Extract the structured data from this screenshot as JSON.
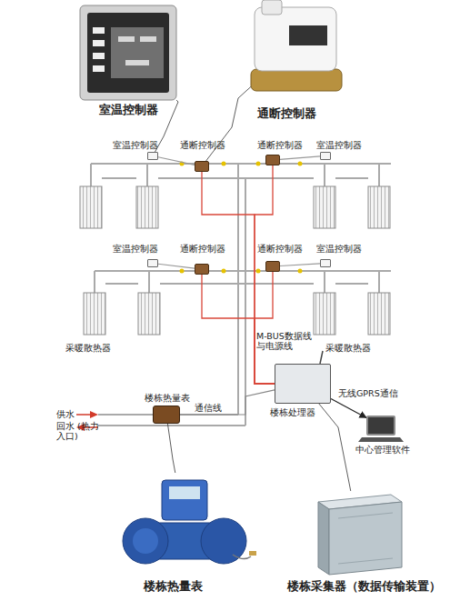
{
  "diagram": {
    "nodes": [
      {
        "text": [
          "室温控制器"
        ]
      },
      {
        "text": [
          "通断控制器"
        ]
      },
      {
        "text": [
          "室温控制器"
        ]
      },
      {
        "text": [
          "通断控制器"
        ]
      },
      {
        "text": [
          "通断控制器"
        ]
      },
      {
        "text": [
          "室温控制器"
        ]
      },
      {
        "text": [
          "室温控制器"
        ]
      },
      {
        "text": [
          "通断控制器"
        ]
      },
      {
        "text": [
          "通断控制器"
        ]
      },
      {
        "text": [
          "室温控制器"
        ]
      },
      {
        "text": [
          "楼栋热量表"
        ]
      },
      {
        "text": [
          "楼栋处理器"
        ]
      },
      {
        "text": [
          "中心管理软件"
        ]
      },
      {
        "text": [
          "楼栋热量表"
        ]
      },
      {
        "text": [
          "楼栋采集器（数据传输装置）"
        ]
      }
    ],
    "edges": [
      {
        "from": 0,
        "to": 2,
        "arrow": "none"
      },
      {
        "from": 1,
        "to": 3,
        "arrow": "none"
      },
      {
        "from": 2,
        "to": 3,
        "arrow": "none"
      },
      {
        "from": 5,
        "to": 4,
        "arrow": "none"
      },
      {
        "from": 6,
        "to": 7,
        "arrow": "none"
      },
      {
        "from": 9,
        "to": 8,
        "arrow": "none"
      },
      {
        "from": 3,
        "to": 11,
        "arrow": "none"
      },
      {
        "from": 4,
        "to": 11,
        "arrow": "none"
      },
      {
        "from": 7,
        "to": 11,
        "arrow": "none"
      },
      {
        "from": 8,
        "to": 11,
        "arrow": "none"
      },
      {
        "from": 10,
        "to": 11,
        "label": "通信线",
        "arrow": "none"
      },
      {
        "from": 11,
        "to": 12,
        "label": "无线GPRS通信",
        "arrow": "to"
      },
      {
        "from": 13,
        "to": 10,
        "arrow": "none"
      },
      {
        "from": 14,
        "to": 11,
        "arrow": "none"
      }
    ],
    "labels": [
      "采暖散热器",
      "采暖散热器",
      "M-BUS数据线 与电源线",
      "供水",
      "回水 (热力入口)"
    ]
  }
}
